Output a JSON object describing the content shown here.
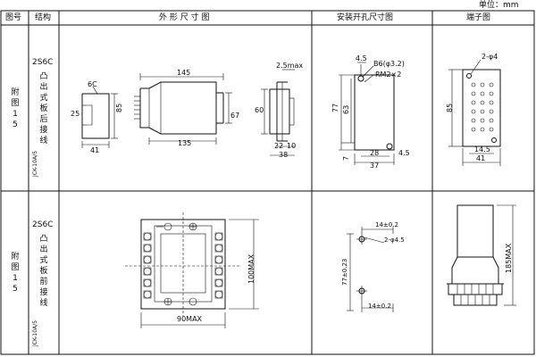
{
  "unit_label": "单位：mm",
  "headers": {
    "figure_no": "图号",
    "structure": "结构",
    "outline": "外 形 尺 寸 图",
    "mounting": "安装开孔尺寸图",
    "terminal": "端子图"
  },
  "row1": {
    "fig_no": [
      "附",
      "图",
      "1",
      "5"
    ],
    "code": "2S6C",
    "desc": [
      "凸",
      "出",
      "式",
      "板",
      "后",
      "接",
      "线"
    ],
    "model": "JCK-10A/5",
    "outline_dims": {
      "label_6c": "6C",
      "d25": "25",
      "d41": "41",
      "d85": "85",
      "d145": "145",
      "d135": "135",
      "d67": "67",
      "d60": "60",
      "d25max": "2.5max",
      "d22": "22",
      "d10": "10",
      "d38": "38"
    },
    "mount_dims": {
      "d45a": "4.5",
      "b6": "B6(φ3.2)",
      "rm2": "RM2×2",
      "d77": "77",
      "d63": "63",
      "d7": "7",
      "d28": "28",
      "d45b": "4.5",
      "d37": "37"
    },
    "terminal_dims": {
      "holes": "2-φ4",
      "d85": "85",
      "d145": "14.5",
      "d41": "41"
    }
  },
  "row2": {
    "fig_no": [
      "附",
      "图",
      "1",
      "5"
    ],
    "code": "2S6C",
    "desc": [
      "凸",
      "出",
      "式",
      "板",
      "前",
      "接",
      "线"
    ],
    "model": "JCK-10A/5",
    "outline_dims": {
      "d100max": "100MAX",
      "d90max": "90MAX"
    },
    "mount_dims": {
      "d14a": "14±0.2",
      "holes": "2-φ4.5",
      "d77": "77±0.23",
      "d14b": "14±0.2"
    },
    "terminal_dims": {
      "d185max": "185MAX"
    }
  }
}
